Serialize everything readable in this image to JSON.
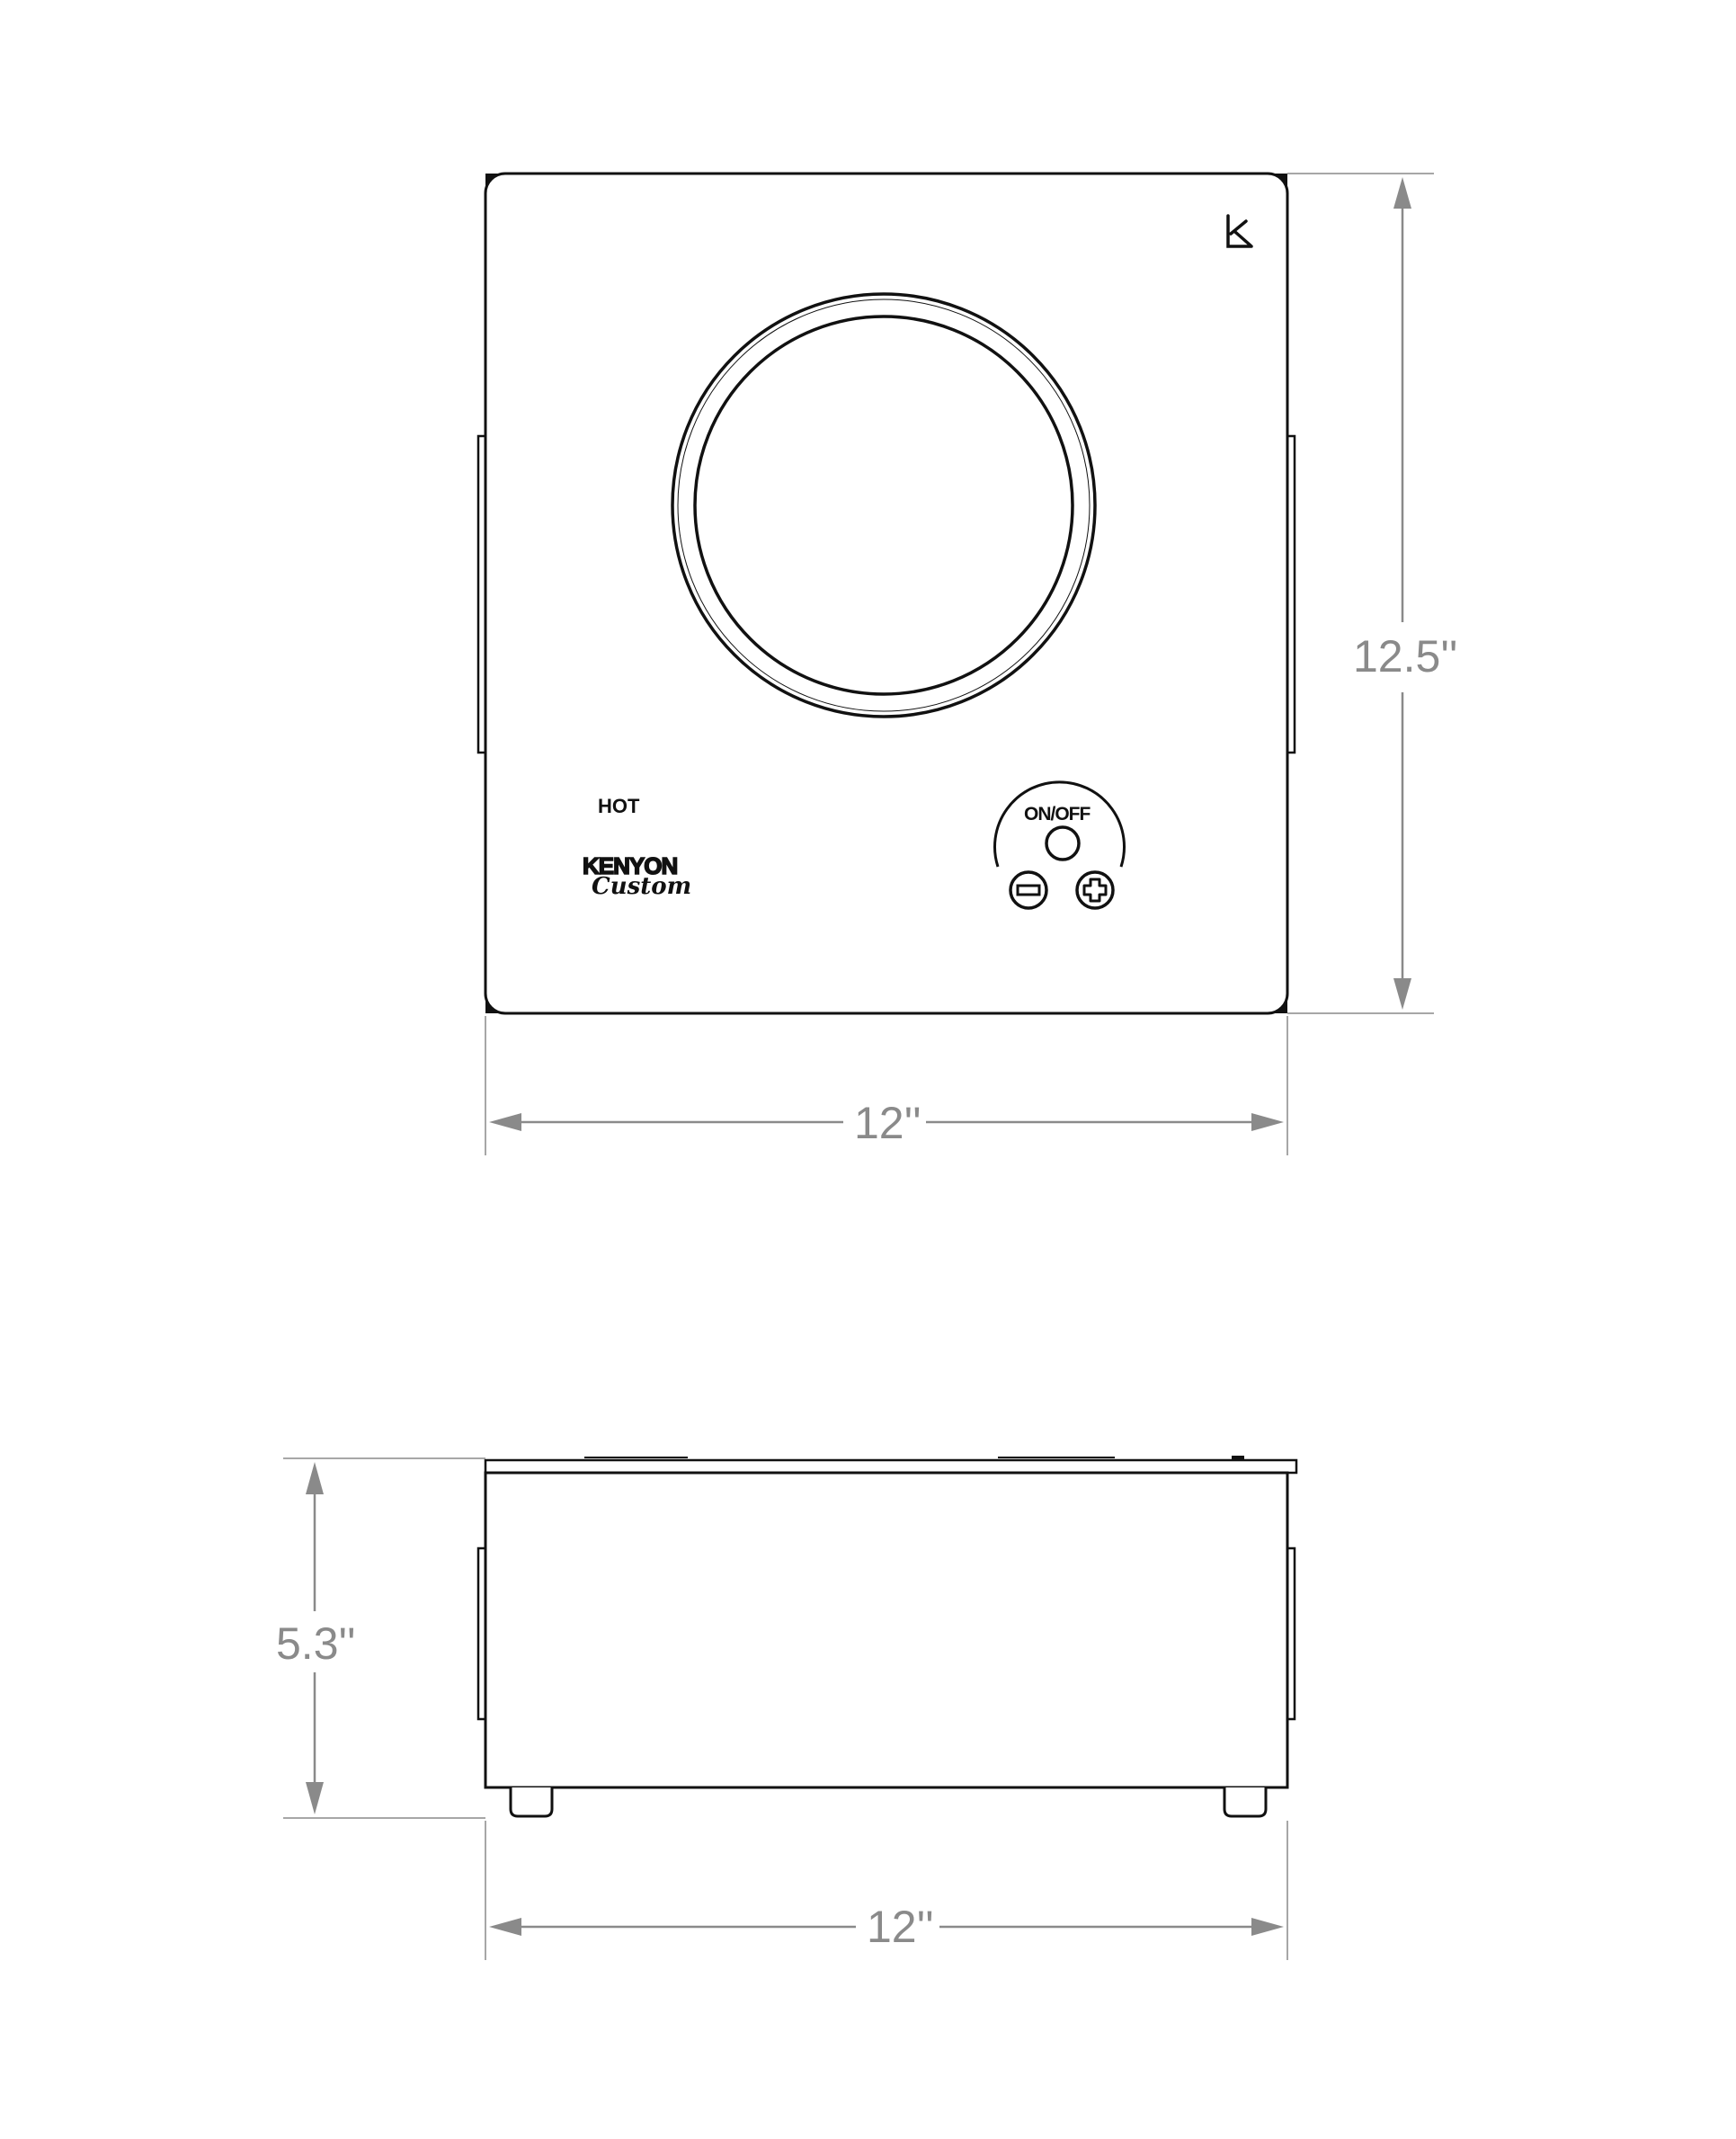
{
  "top_view": {
    "width_label": "12''",
    "depth_label": "12.5''",
    "hot_label": "HOT",
    "brand_top": "KENYON",
    "brand_script": "Custom",
    "power_label": "ON/OFF",
    "logo_icon": "kenyon-k-logo-icon",
    "minus_icon": "minus-circle-icon",
    "plus_icon": "plus-circle-icon"
  },
  "side_view": {
    "width_label": "12''",
    "height_label": "5.3''"
  }
}
